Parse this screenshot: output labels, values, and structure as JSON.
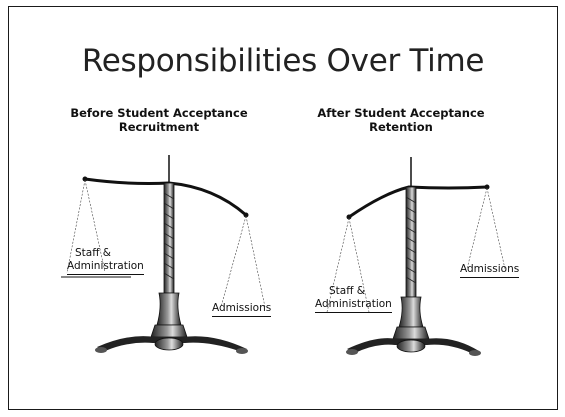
{
  "slide": {
    "title": "Responsibilities Over Time",
    "left": {
      "heading_line1": "Before Student Acceptance",
      "heading_line2": "Recruitment",
      "heavy_pan_label_line1": "Staff &",
      "heavy_pan_label_line2": "Administration",
      "light_pan_label": "Admissions"
    },
    "right": {
      "heading_line1": "After Student Acceptance",
      "heading_line2": "Retention",
      "heavy_pan_label_line1": "Staff &",
      "heavy_pan_label_line2": "Administration",
      "light_pan_label": "Admissions"
    }
  }
}
